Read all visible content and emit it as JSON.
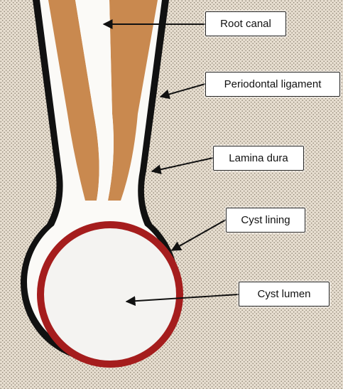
{
  "diagram": {
    "colors": {
      "bone_background": "#e7ded0",
      "bone_dots": "#8f8575",
      "outline": "#111111",
      "ligament_space": "#fbfaf7",
      "root_dentin": "#c9894f",
      "canal": "#fbfaf7",
      "cyst_lining": "#a51d1d",
      "cyst_lumen": "#f4f3f1",
      "leader_line": "#111111"
    },
    "labels": {
      "root_canal": "Root canal",
      "periodontal_ligament": "Periodontal ligament",
      "lamina_dura": "Lamina dura",
      "cyst_lining": "Cyst lining",
      "cyst_lumen": "Cyst lumen"
    }
  }
}
